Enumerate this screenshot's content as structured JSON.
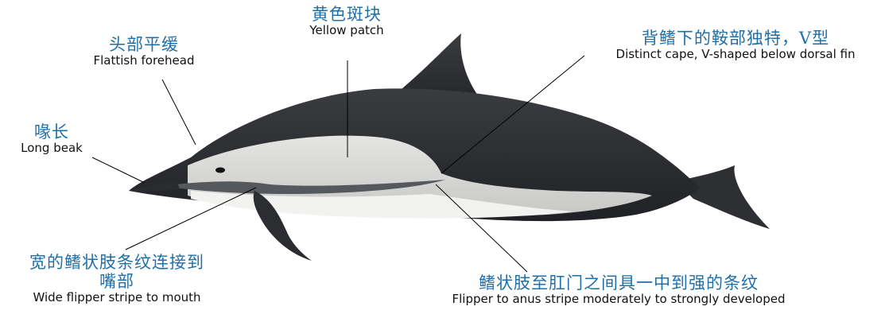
{
  "callouts": {
    "yellow_patch": {
      "zh": "黄色斑块",
      "en": "Yellow patch"
    },
    "forehead": {
      "zh": "头部平缓",
      "en": "Flattish forehead"
    },
    "cape": {
      "zh": "背鳍下的鞍部独特，V型",
      "en": "Distinct cape, V-shaped below dorsal fin"
    },
    "beak": {
      "zh": "喙长",
      "en": "Long beak"
    },
    "flipper_stripe": {
      "zh_line1": "宽的鳍状肢条纹连接到",
      "zh_line2": "嘴部",
      "en": "Wide flipper stripe to mouth"
    },
    "anus_stripe": {
      "zh": "鳍状肢至肛门之间具一中到强的条纹",
      "en": "Flipper to anus stripe moderately to strongly developed"
    }
  },
  "colors": {
    "label_zh": "#1f6fa8",
    "label_en": "#111111",
    "dolphin_dark": "#2b2d30",
    "dolphin_patch": "#d4d5d3",
    "dolphin_belly": "#f2f2f0",
    "leader_line": "#000000"
  }
}
